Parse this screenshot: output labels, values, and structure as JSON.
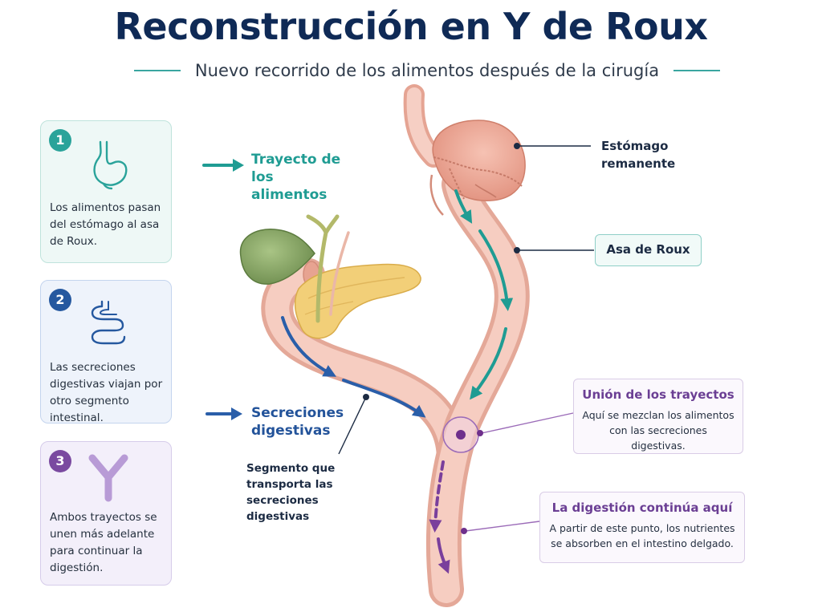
{
  "header": {
    "title": "Reconstrucción en Y de Roux",
    "subtitle": "Nuevo recorrido de los alimentos después de la cirugía"
  },
  "cards": [
    {
      "number": "1",
      "icon": "stomach-icon",
      "text": "Los alimentos pasan del estómago al asa de Roux."
    },
    {
      "number": "2",
      "icon": "intestine-icon",
      "text": "Las secreciones digestivas viajan por otro segmento intestinal."
    },
    {
      "number": "3",
      "icon": "y-junction-icon",
      "text": "Ambos trayectos se unen más adelante para continuar la digestión."
    }
  ],
  "legend": {
    "food_path": "Trayecto de los alimentos",
    "secretions": "Secreciones digestivas"
  },
  "labels": {
    "stomach": "Estómago remanente",
    "roux_limb": "Asa de Roux",
    "segment": "Segmento que transporta las secreciones digestivas",
    "junction_title": "Unión de los trayectos",
    "junction_text": "Aquí se mezclan los alimentos con las secreciones digestivas.",
    "continue_title": "La digestión continúa aquí",
    "continue_text": "A partir de este punto, los nutrientes se absorben en el intestino delgado."
  },
  "colors": {
    "title": "#0f2a56",
    "food_path": "#1f9c93",
    "secretions": "#23539a",
    "junction": "#7a4aa0",
    "intestine": "#f1b7a8",
    "stomach": "#eea592"
  }
}
